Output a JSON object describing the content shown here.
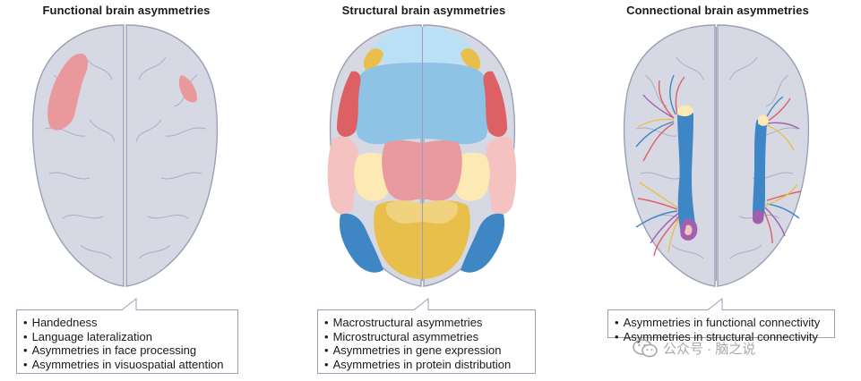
{
  "panels": [
    {
      "title": "Functional brain asymmetries",
      "items": [
        "Handedness",
        "Language lateralization",
        "Asymmetries in face processing",
        "Asymmetries in visuospatial attention"
      ]
    },
    {
      "title": "Structural brain asymmetries",
      "items": [
        "Macrostructural asymmetries",
        "Microstructural asymmetries",
        "Asymmetries in gene expression",
        "Asymmetries in protein distribution"
      ]
    },
    {
      "title": "Connectional brain asymmetries",
      "items": [
        "Asymmetries in functional connectivity",
        "Asymmetries in structural connectivity"
      ]
    }
  ],
  "watermark": {
    "text": "公众号 · 脑之说"
  },
  "colors": {
    "brain_fill": "#d6d9e4",
    "brain_stroke": "#9aa0b5",
    "functional_highlight": "#e9999b",
    "light_blue": "#b9e0f5",
    "mid_blue": "#8ec3e6",
    "dark_blue": "#3e86c4",
    "red": "#dd6064",
    "pink": "#f4c2c0",
    "salmon": "#e89a9e",
    "cream": "#fde9b4",
    "gold": "#e8bf4b",
    "tract_blue": "#3f86c6",
    "purple": "#a15fae"
  }
}
